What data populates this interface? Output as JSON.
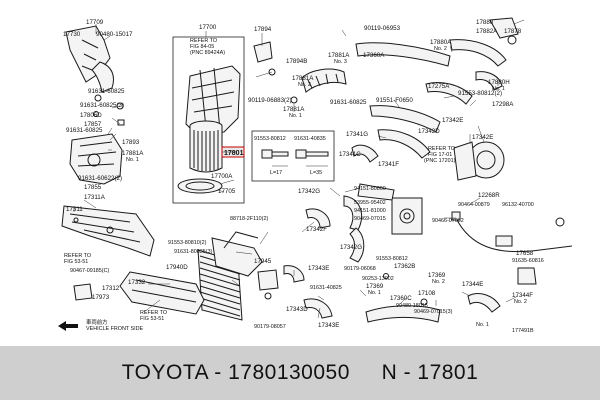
{
  "diagram": {
    "labels": [
      {
        "id": "p17709",
        "text": "17709"
      },
      {
        "id": "p17730",
        "text": "17730"
      },
      {
        "id": "p90480_15017",
        "text": "90480-15017"
      },
      {
        "id": "p17700",
        "text": "17700"
      },
      {
        "id": "ref_fig_84_05",
        "text": "REFER TO"
      },
      {
        "id": "ref_fig_84_05b",
        "text": "FIG 84-05"
      },
      {
        "id": "ref_fig_84_05c",
        "text": "(PNC 89424A)"
      },
      {
        "id": "p17894",
        "text": "17894"
      },
      {
        "id": "p90119_06953",
        "text": "90119-06953"
      },
      {
        "id": "p17880",
        "text": "17880"
      },
      {
        "id": "p17882A",
        "text": "17882A"
      },
      {
        "id": "p17878",
        "text": "17878"
      },
      {
        "id": "p17880A",
        "text": "17880A"
      },
      {
        "id": "p17880A_no2",
        "text": "No. 2"
      },
      {
        "id": "p17880H",
        "text": "17880H"
      },
      {
        "id": "p17880H_no1",
        "text": "No. 1"
      },
      {
        "id": "p17881A_1",
        "text": "17881A"
      },
      {
        "id": "p17881A_1_no3",
        "text": "No. 3"
      },
      {
        "id": "p17360A",
        "text": "17360A"
      },
      {
        "id": "p17894B",
        "text": "17894B"
      },
      {
        "id": "p17881A_2",
        "text": "17881A"
      },
      {
        "id": "p17881A_2_no2",
        "text": "No. 2"
      },
      {
        "id": "p91631_60825_a",
        "text": "91631-60825"
      },
      {
        "id": "p91631_60825_3",
        "text": "91631-60825(3)"
      },
      {
        "id": "p90119_06883",
        "text": "90119-06883(2)"
      },
      {
        "id": "p17881A_3",
        "text": "17881A"
      },
      {
        "id": "p17881A_3_no1",
        "text": "No. 1"
      },
      {
        "id": "p91631_60825_b",
        "text": "91631-60825"
      },
      {
        "id": "p91551_F0650",
        "text": "91551-F0650"
      },
      {
        "id": "p17275A",
        "text": "17275A"
      },
      {
        "id": "p91553_80812_2",
        "text": "91553-80812(2)"
      },
      {
        "id": "p17298A",
        "text": "17298A"
      },
      {
        "id": "p17806D",
        "text": "17806D"
      },
      {
        "id": "p17857",
        "text": "17857"
      },
      {
        "id": "p91631_60825_c",
        "text": "91631-60825"
      },
      {
        "id": "p17893",
        "text": "17893"
      },
      {
        "id": "p17881A_4",
        "text": "17881A"
      },
      {
        "id": "p17881A_4_no1",
        "text": "No. 1"
      },
      {
        "id": "p91631_60622",
        "text": "91631-60622(2)"
      },
      {
        "id": "p17855",
        "text": "17855"
      },
      {
        "id": "p17801",
        "text": "17801"
      },
      {
        "id": "p17700A",
        "text": "17700A"
      },
      {
        "id": "p17705",
        "text": "17705"
      },
      {
        "id": "p91553_80812",
        "text": "91553-80812"
      },
      {
        "id": "p91631_40835",
        "text": "91631-40835"
      },
      {
        "id": "pL17",
        "text": "L=17"
      },
      {
        "id": "pL35",
        "text": "L=35"
      },
      {
        "id": "p17341G",
        "text": "17341G"
      },
      {
        "id": "p17342D",
        "text": "17342D"
      },
      {
        "id": "p17342E_1",
        "text": "17342E"
      },
      {
        "id": "p17342E_2",
        "text": "17342E"
      },
      {
        "id": "ref_fig_17_01",
        "text": "REFER TO"
      },
      {
        "id": "ref_fig_17_01b",
        "text": "FIG 17-01"
      },
      {
        "id": "ref_fig_17_01c",
        "text": "(PNC 17201)"
      },
      {
        "id": "p17341C",
        "text": "17341C"
      },
      {
        "id": "p17341F",
        "text": "17341F"
      },
      {
        "id": "p17311A",
        "text": "17311A"
      },
      {
        "id": "p17311",
        "text": "17311"
      },
      {
        "id": "p17342G_1",
        "text": "17342G"
      },
      {
        "id": "p94151_80800",
        "text": "94151-80800"
      },
      {
        "id": "p53955_95402",
        "text": "53955-95402"
      },
      {
        "id": "p94151_81000",
        "text": "94151-81000"
      },
      {
        "id": "p90469_07015",
        "text": "90469-07015"
      },
      {
        "id": "p12268R",
        "text": "12268R"
      },
      {
        "id": "p90464_00879",
        "text": "90464-00879"
      },
      {
        "id": "p96132_40700",
        "text": "96132-40700"
      },
      {
        "id": "p90466_07002",
        "text": "90466-07002"
      },
      {
        "id": "p88718_2F110",
        "text": "88718-2F110(2)"
      },
      {
        "id": "p17342F",
        "text": "17342F"
      },
      {
        "id": "ref_fig_53_51a",
        "text": "REFER TO"
      },
      {
        "id": "ref_fig_53_51ab",
        "text": "FIG 53-51"
      },
      {
        "id": "p91553_80810",
        "text": "91553-80810(2)"
      },
      {
        "id": "p91631_80835",
        "text": "91631-80835(3)"
      },
      {
        "id": "p17342G_2",
        "text": "17342G"
      },
      {
        "id": "p91553_80812_b",
        "text": "91553-80812"
      },
      {
        "id": "p17362B",
        "text": "17362B"
      },
      {
        "id": "p17658",
        "text": "17658"
      },
      {
        "id": "p91635_60816",
        "text": "91635-60816"
      },
      {
        "id": "p90467_09185",
        "text": "90467-09185(C)"
      },
      {
        "id": "p17940D",
        "text": "17940D"
      },
      {
        "id": "p17945",
        "text": "17945"
      },
      {
        "id": "p17343E_1",
        "text": "17343E"
      },
      {
        "id": "p90179_06068",
        "text": "90179-06068"
      },
      {
        "id": "p90253_13002",
        "text": "90253-13002"
      },
      {
        "id": "p17369",
        "text": "17369"
      },
      {
        "id": "p17369_no2",
        "text": "No. 2"
      },
      {
        "id": "p17369b",
        "text": "17369"
      },
      {
        "id": "p17369b_no1",
        "text": "No. 1"
      },
      {
        "id": "p17344E",
        "text": "17344E"
      },
      {
        "id": "p17344F",
        "text": "17344F"
      },
      {
        "id": "p17344F_no2",
        "text": "No. 2"
      },
      {
        "id": "p17973",
        "text": "17973"
      },
      {
        "id": "p17312",
        "text": "17312"
      },
      {
        "id": "p17332",
        "text": "17332"
      },
      {
        "id": "p91631_40825",
        "text": "91631-40825"
      },
      {
        "id": "p17360C",
        "text": "17360C"
      },
      {
        "id": "p17108",
        "text": "17108"
      },
      {
        "id": "p90480_18015",
        "text": "90480-18015"
      },
      {
        "id": "p90469_07015_2",
        "text": "90469-07015(3)"
      },
      {
        "id": "p17343D",
        "text": "17343D"
      },
      {
        "id": "p17343E_2",
        "text": "17343E"
      },
      {
        "id": "p17344E_no1",
        "text": "No. 1"
      },
      {
        "id": "ref_fig_53_51b",
        "text": "REFER TO"
      },
      {
        "id": "ref_fig_53_51bb",
        "text": "FIG 53-51"
      },
      {
        "id": "front_jp",
        "text": "車両前方"
      },
      {
        "id": "front_en",
        "text": "VEHICLE FRONT SIDE"
      },
      {
        "id": "p90179_08057",
        "text": "90179-08057"
      },
      {
        "id": "illus_no",
        "text": "177491B"
      }
    ]
  },
  "footer": {
    "text": "TOYOTA - 1780130050     N - 17801"
  }
}
